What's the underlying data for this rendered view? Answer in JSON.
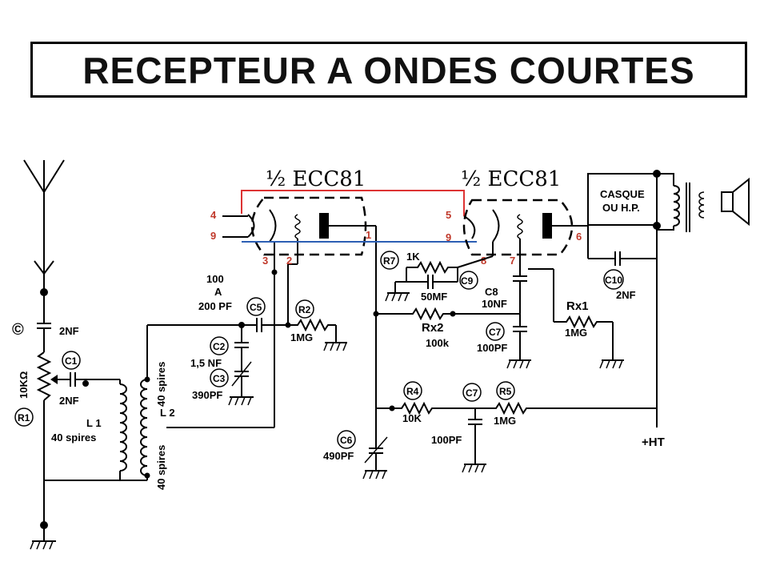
{
  "title": "RECEPTEUR  A ONDES COURTES",
  "tubes": {
    "left": "½ ECC81",
    "right": "½ ECC81"
  },
  "pins": {
    "p4": "4",
    "p9a": "9",
    "p5": "5",
    "p9b": "9",
    "p3": "3",
    "p2": "2",
    "p1": "1",
    "p8": "8",
    "p7": "7",
    "p6": "6"
  },
  "labels": {
    "c_sym": "©",
    "c_val": "2NF",
    "r1_val": "10KΩ",
    "r1": "R1",
    "c1": "C1",
    "c1_val": "2NF",
    "l1": "L 1",
    "l1_turns": "40 spires",
    "l2": "L 2",
    "l2_turns_top": "40 spires",
    "l2_turns_bottom": "40 spires",
    "v100": "100",
    "va": "A",
    "v200": "200 PF",
    "c5": "C5",
    "r2": "R2",
    "r2_val": "1MG",
    "c2": "C2",
    "c2_val": "1,5 NF",
    "c3": "C3",
    "c3_val": "390PF",
    "r7": "R7",
    "r7_val": "1K",
    "c9": "C9",
    "c9_val": "50MF",
    "c8": "C8",
    "c8_val": "10NF",
    "rx2": "Rx2",
    "rx2_val": "100k",
    "c7a": "C7",
    "c7a_val": "100PF",
    "rx1": "Rx1",
    "rx1_val": "1MG",
    "casque1": "CASQUE",
    "casque2": "OU H.P.",
    "c10": "C10",
    "c10_val": "2NF",
    "r4": "R4",
    "r4_val": "10K",
    "c7b": "C7",
    "c7b_val": "100PF",
    "r5": "R5",
    "r5_val": "1MG",
    "c6": "C6",
    "c6_val": "490PF",
    "ht": "+HT"
  }
}
